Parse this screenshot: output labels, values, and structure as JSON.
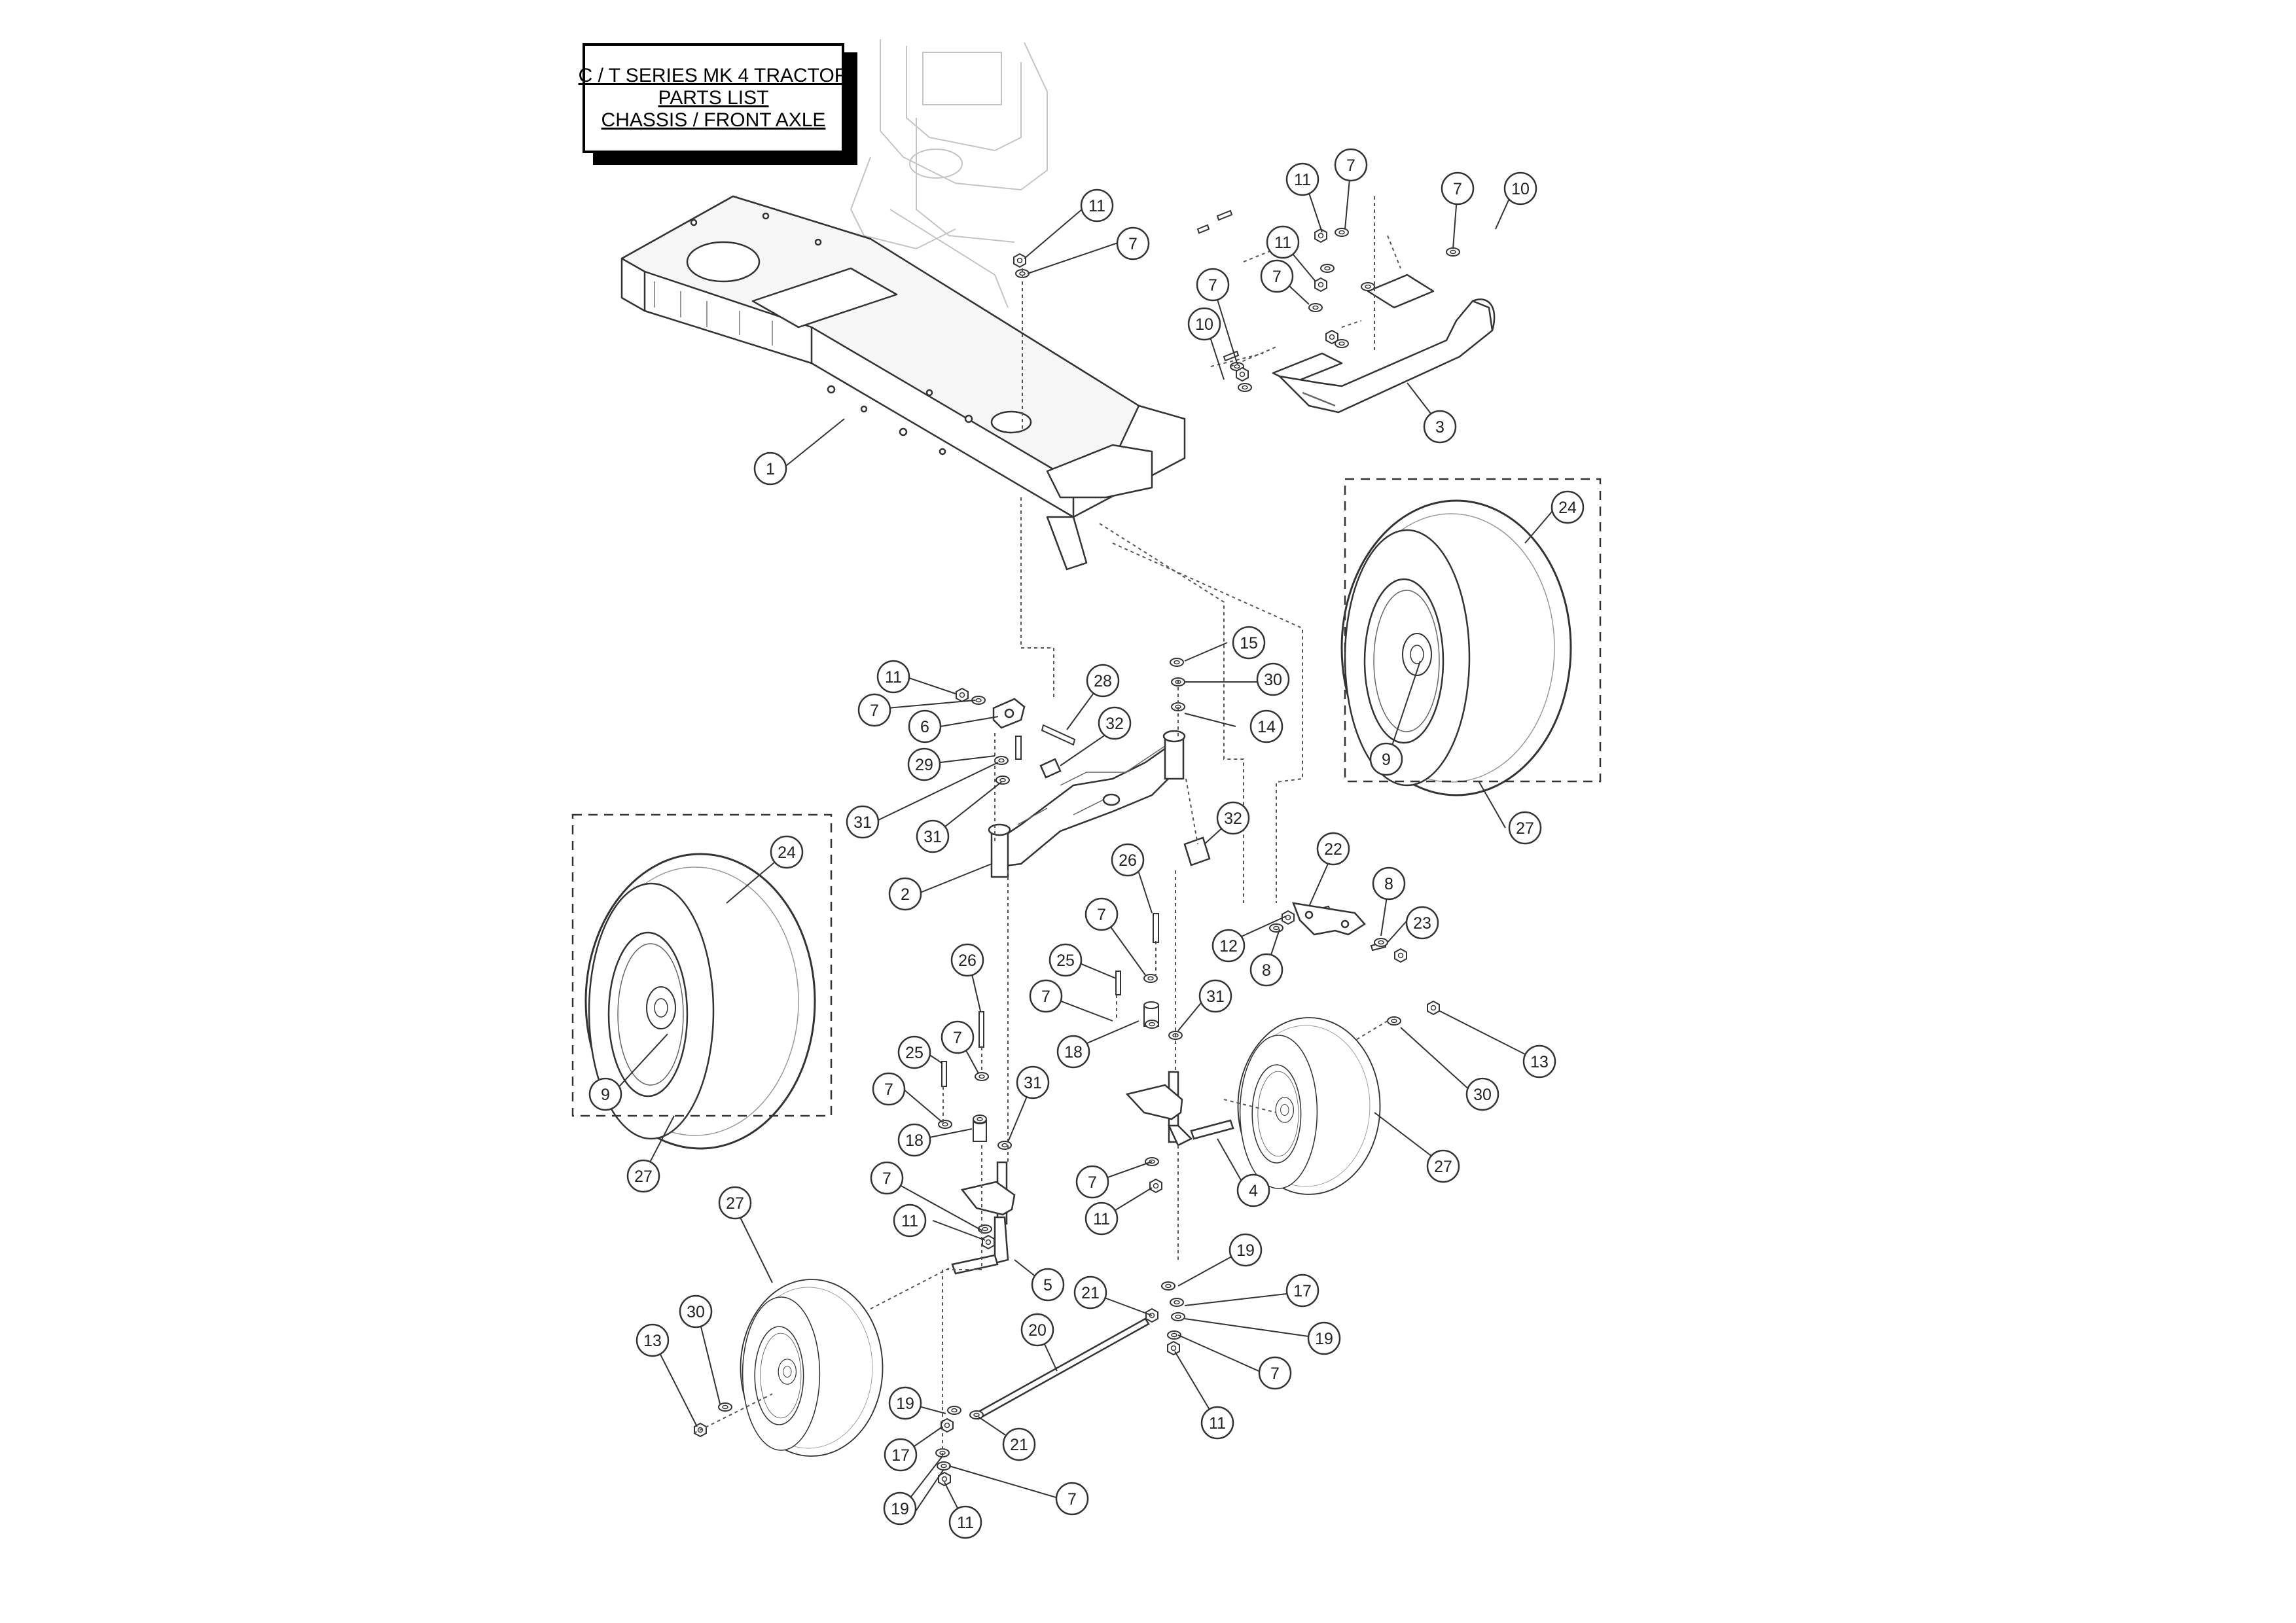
{
  "title": {
    "line1": "C / T SERIES MK 4 TRACTOR",
    "line2": "PARTS LIST",
    "line3": "CHASSIS / FRONT AXLE"
  },
  "callouts": [
    {
      "id": "c01",
      "label": "1"
    },
    {
      "id": "c02",
      "label": "11"
    },
    {
      "id": "c03",
      "label": "7"
    },
    {
      "id": "c04",
      "label": "11"
    },
    {
      "id": "c05",
      "label": "7"
    },
    {
      "id": "c06",
      "label": "7"
    },
    {
      "id": "c07",
      "label": "10"
    },
    {
      "id": "c08",
      "label": "11"
    },
    {
      "id": "c09",
      "label": "7"
    },
    {
      "id": "c10",
      "label": "7"
    },
    {
      "id": "c11",
      "label": "10"
    },
    {
      "id": "c12",
      "label": "3"
    },
    {
      "id": "c13",
      "label": "24"
    },
    {
      "id": "c14",
      "label": "9"
    },
    {
      "id": "c15",
      "label": "27"
    },
    {
      "id": "c16",
      "label": "15"
    },
    {
      "id": "c17",
      "label": "30"
    },
    {
      "id": "c18",
      "label": "14"
    },
    {
      "id": "c19",
      "label": "11"
    },
    {
      "id": "c20",
      "label": "7"
    },
    {
      "id": "c21",
      "label": "6"
    },
    {
      "id": "c22",
      "label": "28"
    },
    {
      "id": "c23",
      "label": "32"
    },
    {
      "id": "c24",
      "label": "29"
    },
    {
      "id": "c25",
      "label": "31"
    },
    {
      "id": "c26",
      "label": "31"
    },
    {
      "id": "c27",
      "label": "2"
    },
    {
      "id": "c28",
      "label": "32"
    },
    {
      "id": "c29",
      "label": "24"
    },
    {
      "id": "c30",
      "label": "9"
    },
    {
      "id": "c31",
      "label": "27"
    },
    {
      "id": "c32",
      "label": "26"
    },
    {
      "id": "c33",
      "label": "22"
    },
    {
      "id": "c34",
      "label": "8"
    },
    {
      "id": "c35",
      "label": "12"
    },
    {
      "id": "c36",
      "label": "23"
    },
    {
      "id": "c37",
      "label": "8"
    },
    {
      "id": "c38",
      "label": "7"
    },
    {
      "id": "c39",
      "label": "25"
    },
    {
      "id": "c40",
      "label": "7"
    },
    {
      "id": "c41",
      "label": "31"
    },
    {
      "id": "c42",
      "label": "18"
    },
    {
      "id": "c43",
      "label": "26"
    },
    {
      "id": "c44",
      "label": "7"
    },
    {
      "id": "c45",
      "label": "25"
    },
    {
      "id": "c46",
      "label": "7"
    },
    {
      "id": "c47",
      "label": "31"
    },
    {
      "id": "c48",
      "label": "18"
    },
    {
      "id": "c49",
      "label": "13"
    },
    {
      "id": "c50",
      "label": "30"
    },
    {
      "id": "c51",
      "label": "27"
    },
    {
      "id": "c52",
      "label": "7"
    },
    {
      "id": "c53",
      "label": "11"
    },
    {
      "id": "c54",
      "label": "4"
    },
    {
      "id": "c55",
      "label": "7"
    },
    {
      "id": "c56",
      "label": "11"
    },
    {
      "id": "c57",
      "label": "5"
    },
    {
      "id": "c58",
      "label": "27"
    },
    {
      "id": "c59",
      "label": "19"
    },
    {
      "id": "c60",
      "label": "21"
    },
    {
      "id": "c61",
      "label": "17"
    },
    {
      "id": "c62",
      "label": "30"
    },
    {
      "id": "c63",
      "label": "13"
    },
    {
      "id": "c64",
      "label": "20"
    },
    {
      "id": "c65",
      "label": "19"
    },
    {
      "id": "c66",
      "label": "7"
    },
    {
      "id": "c67",
      "label": "11"
    },
    {
      "id": "c68",
      "label": "19"
    },
    {
      "id": "c69",
      "label": "17"
    },
    {
      "id": "c70",
      "label": "21"
    },
    {
      "id": "c71",
      "label": "7"
    },
    {
      "id": "c72",
      "label": "19"
    },
    {
      "id": "c73",
      "label": "11"
    }
  ]
}
